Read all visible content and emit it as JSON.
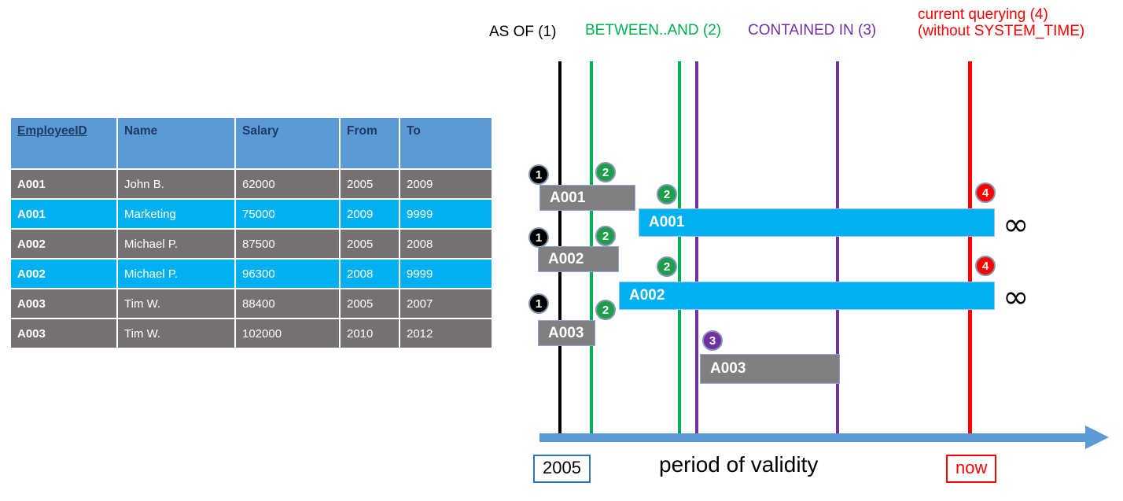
{
  "table": {
    "columns": [
      "EmployeeID",
      "Name",
      "Salary",
      "From",
      "To"
    ],
    "rows": [
      {
        "style": "gray",
        "cells": [
          "A001",
          "John  B.",
          "62000",
          "2005",
          "2009"
        ]
      },
      {
        "style": "blue",
        "cells": [
          "A001",
          "Marketing",
          "75000",
          "2009",
          "9999"
        ]
      },
      {
        "style": "gray",
        "cells": [
          "A002",
          "Michael P.",
          "87500",
          "2005",
          "2008"
        ]
      },
      {
        "style": "blue",
        "cells": [
          "A002",
          "Michael P.",
          "96300",
          "2008",
          "9999"
        ]
      },
      {
        "style": "gray",
        "cells": [
          "A003",
          "Tim W.",
          "88400",
          "2005",
          "2007"
        ]
      },
      {
        "style": "gray",
        "cells": [
          "A003",
          "Tim W.",
          "102000",
          "2010",
          "2012"
        ]
      }
    ]
  },
  "legend": {
    "as_of": "AS OF (1)",
    "between_and": "BETWEEN..AND (2)",
    "contained_in": "CONTAINED IN (3)",
    "current_line1": "current querying (4)",
    "current_line2": "(without SYSTEM_TIME)"
  },
  "colors": {
    "as_of": "#000000",
    "between_and": "#00B050",
    "contained_in": "#7030A0",
    "current": "#FF0000",
    "header": "#5B9BD5",
    "row_gray": "#767171",
    "row_blue": "#00B0F0",
    "bar_gray": "#808080",
    "bar_blue": "#00B0F0",
    "axis": "#5B9BD5"
  },
  "bars": [
    {
      "label": "A001",
      "style": "gray"
    },
    {
      "label": "A001",
      "style": "blue"
    },
    {
      "label": "A002",
      "style": "gray"
    },
    {
      "label": "A002",
      "style": "blue"
    },
    {
      "label": "A003",
      "style": "gray"
    },
    {
      "label": "A003",
      "style": "gray"
    }
  ],
  "markers": {
    "one": "1",
    "two": "2",
    "three": "3",
    "four": "4"
  },
  "infinity_symbol": "∞",
  "axis": {
    "start_label": "2005",
    "end_label": "now",
    "title": "period of validity"
  }
}
